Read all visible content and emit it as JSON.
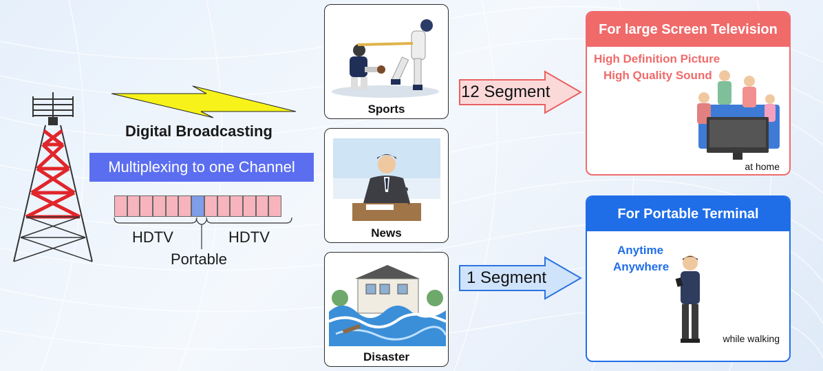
{
  "left": {
    "broadcast_label": "Digital Broadcasting",
    "multiplex_label": "Multiplexing to one Channel",
    "hdtv_left": "HDTV",
    "hdtv_right": "HDTV",
    "portable_label": "Portable",
    "segments_total": 13,
    "portable_segment_index": 6
  },
  "cards": {
    "sports": "Sports",
    "news": "News",
    "disaster": "Disaster"
  },
  "arrows": {
    "top": "12 Segment",
    "bottom": "1 Segment"
  },
  "panel_tv": {
    "title": "For large Screen Television",
    "line1": "High Definition Picture",
    "line2": "High Quality Sound",
    "note": "at home"
  },
  "panel_portable": {
    "title": "For Portable Terminal",
    "line1": "Anytime",
    "line2": "Anywhere",
    "note": "while walking"
  },
  "colors": {
    "red_accent": "#f06a6a",
    "blue_accent": "#1f6ee8",
    "multiplex_bg": "#5b6ef0",
    "pink_segment": "#f7b4bd",
    "blue_segment": "#7f9de8",
    "tower_red": "#e0262b"
  }
}
